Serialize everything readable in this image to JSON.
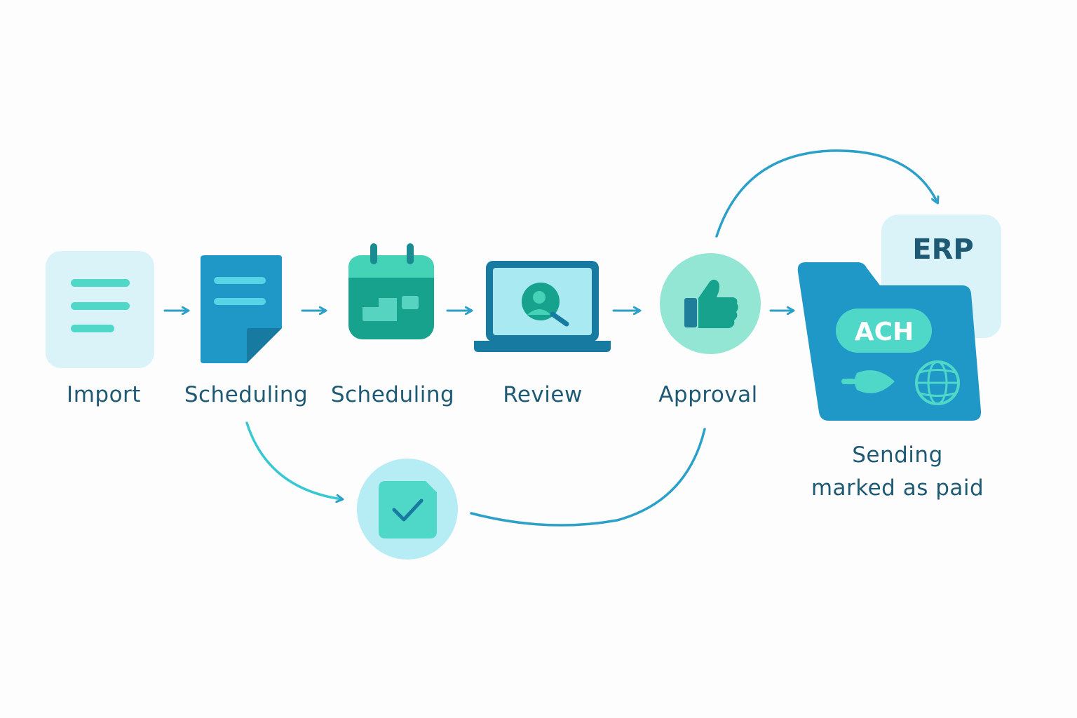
{
  "steps": [
    {
      "label": "Import",
      "icon": "document-lines-icon"
    },
    {
      "label": "Scheduling",
      "icon": "document-icon"
    },
    {
      "label": "Scheduling",
      "icon": "calendar-icon"
    },
    {
      "label": "Review",
      "icon": "laptop-search-icon"
    },
    {
      "label": "Approval",
      "icon": "thumbs-up-icon"
    }
  ],
  "final": {
    "badge_erp": "ERP",
    "badge_ach": "ACH",
    "label_line1": "Sending",
    "label_line2": "marked as paid",
    "icons": [
      "folder-icon",
      "arrow-pointer-icon",
      "globe-icon"
    ]
  },
  "branch": {
    "icon": "checkbox-check-icon"
  },
  "colors": {
    "text": "#1e5a74",
    "primary_blue": "#1f98c8",
    "teal": "#16a28d",
    "light_teal": "#4fd8c8",
    "pale_cyan": "#daf3f8",
    "connector": "#2ba0c8"
  }
}
